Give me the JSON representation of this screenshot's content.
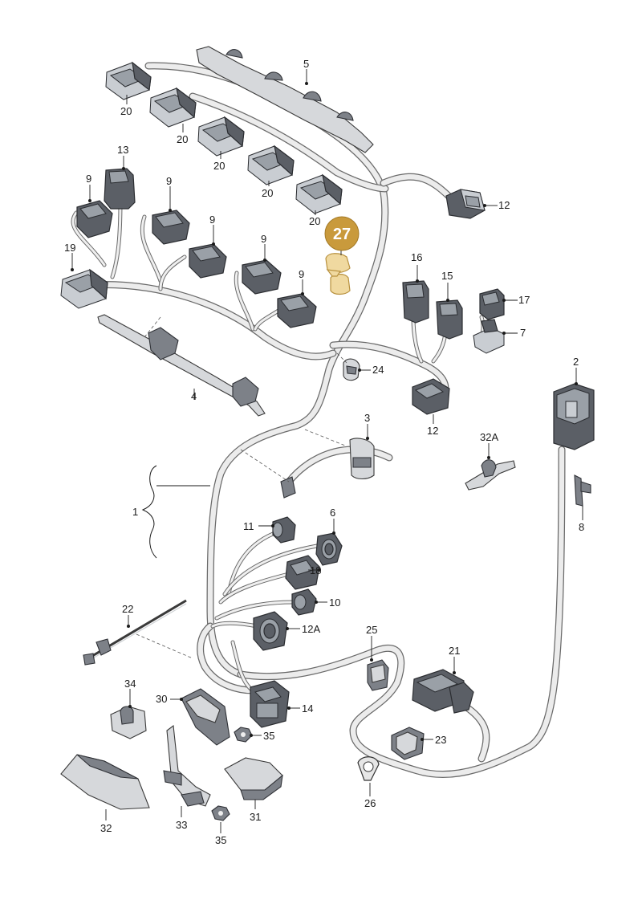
{
  "highlight": {
    "label": "27",
    "color": "#c99a3c"
  },
  "callouts": {
    "c1": "1",
    "c2": "2",
    "c3": "3",
    "c4": "4",
    "c5": "5",
    "c6": "6",
    "c7": "7",
    "c8": "8",
    "c9a": "9",
    "c9b": "9",
    "c9c": "9",
    "c9d": "9",
    "c9e": "9",
    "c10": "10",
    "c11": "11",
    "c12a": "12",
    "c12b": "12",
    "c12A": "12A",
    "c13": "13",
    "c14": "14",
    "c15": "15",
    "c16": "16",
    "c17": "17",
    "c18": "18",
    "c19": "19",
    "c20a": "20",
    "c20b": "20",
    "c20c": "20",
    "c20d": "20",
    "c20e": "20",
    "c21": "21",
    "c22": "22",
    "c23": "23",
    "c24": "24",
    "c25": "25",
    "c26": "26",
    "c30": "30",
    "c31": "31",
    "c32": "32",
    "c32A": "32A",
    "c33": "33",
    "c34": "34",
    "c35a": "35",
    "c35b": "35"
  }
}
